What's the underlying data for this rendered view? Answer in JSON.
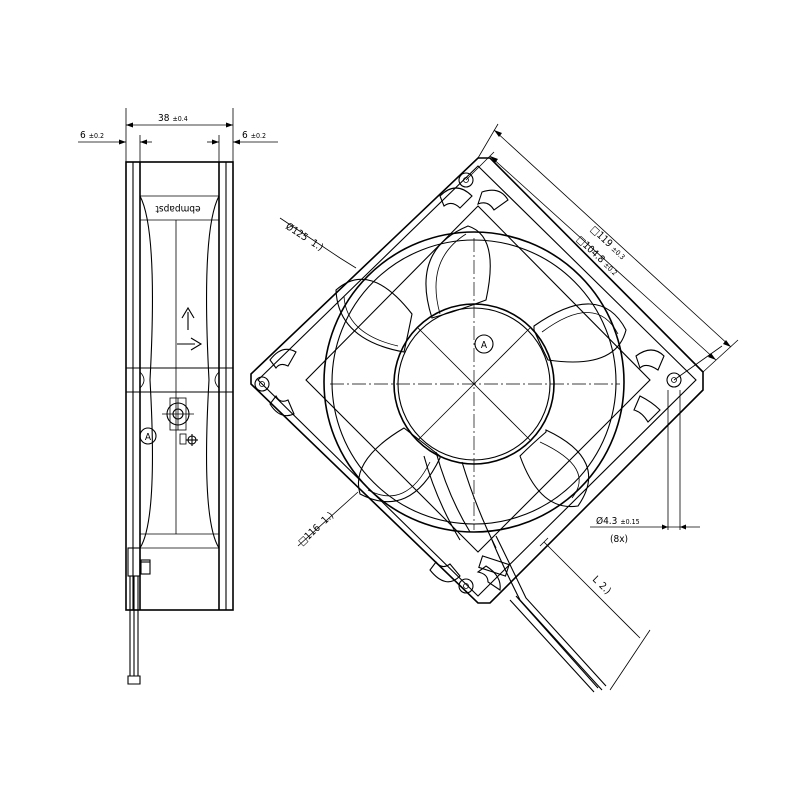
{
  "side_view": {
    "width_main": "38",
    "width_main_tol": "±0.4",
    "flange_left": "6",
    "flange_left_tol": "±0.2",
    "flange_right": "6",
    "flange_right_tol": "±0.2",
    "brand_text": "ebmpapst",
    "detail_marker": "A"
  },
  "front_view": {
    "dia_label": "Ø125",
    "dia_note": "1.)",
    "sq_outer": "□119",
    "sq_outer_tol": "±0.3",
    "sq_hole": "□104.8",
    "sq_hole_tol": "±0.2",
    "sq_inner": "□116",
    "sq_inner_note": "1.)",
    "hole_dia": "Ø4.3",
    "hole_tol": "±0.15",
    "hole_count": "(8x)",
    "lead_length": "L",
    "lead_note": "2.)",
    "hub_marker": "A"
  },
  "icons": [
    "direction-arrow-up-icon",
    "direction-arrow-right-icon",
    "ground-symbol-icon"
  ]
}
